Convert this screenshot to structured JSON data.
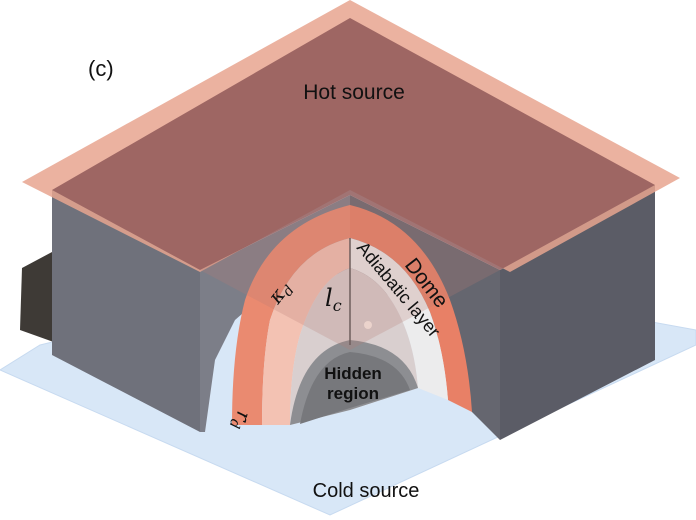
{
  "figure": {
    "panel_label": "(c)",
    "labels": {
      "hot_source": "Hot source",
      "cold_source": "Cold source",
      "dome": "Dome",
      "adiabatic_layer": "Adiabatic layer",
      "hidden_region_line1": "Hidden",
      "hidden_region_line2": "region",
      "kappa_d": "κd",
      "l_c": "lc",
      "r_d": "rd"
    },
    "colors": {
      "hot_plate": "#e7a58f",
      "hot_plate_edge": "#f2c2ae",
      "block_top": "#8a5454",
      "block_side_left": "#6d6f78",
      "block_side_right": "#595a63",
      "cold_plate": "#d7e6f6",
      "dome_outer": "#e8826a",
      "dome_inner": "#f2b7a6",
      "adiabatic": "#e9e9ea",
      "hidden": "#7f8084"
    }
  }
}
